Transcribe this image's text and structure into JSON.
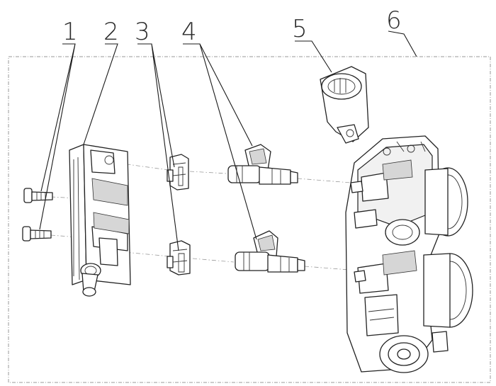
{
  "callouts": [
    {
      "id": "1",
      "label": "1"
    },
    {
      "id": "2",
      "label": "2"
    },
    {
      "id": "3",
      "label": "3"
    },
    {
      "id": "4",
      "label": "4"
    },
    {
      "id": "5",
      "label": "5"
    },
    {
      "id": "6",
      "label": "6"
    }
  ],
  "colors": {
    "line": "#222222",
    "phantom": "#9a9a9a",
    "background": "#ffffff"
  }
}
